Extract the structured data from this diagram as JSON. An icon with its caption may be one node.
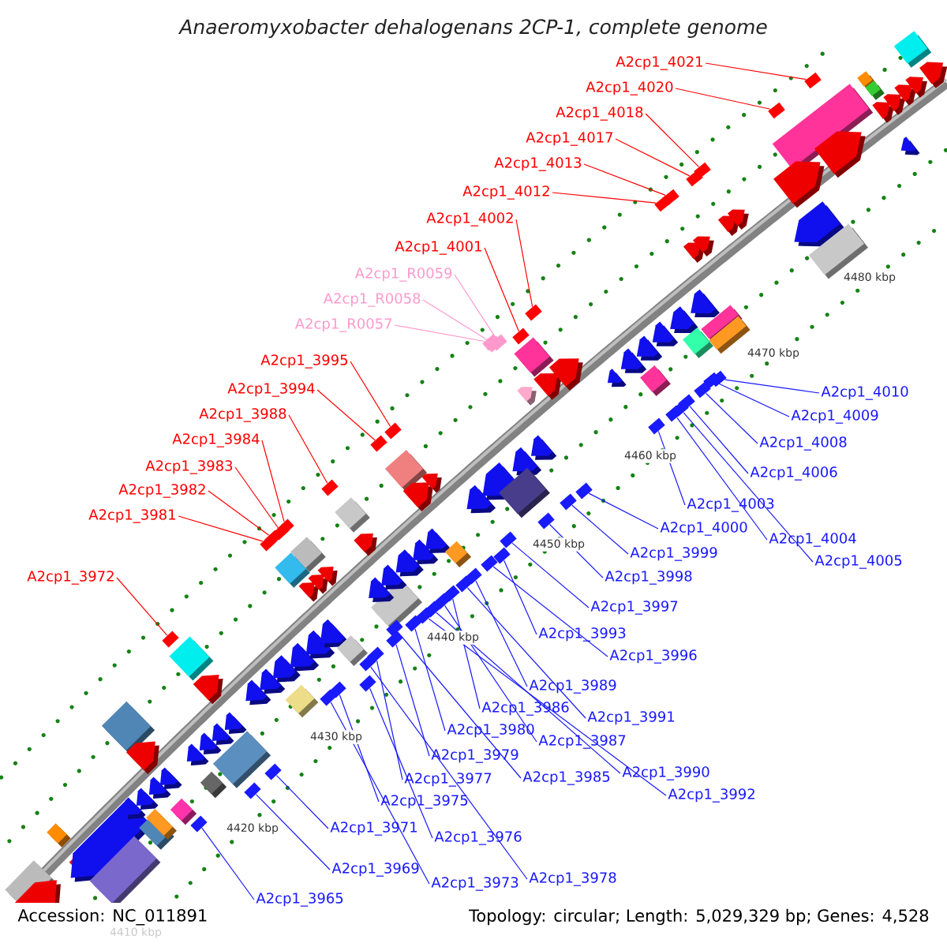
{
  "diagram": {
    "title": "Anaeromyxobacter dehalogenans 2CP-1, complete genome",
    "nodes": [
      {
        "text": [
          "A2cp1_4021"
        ]
      },
      {
        "text": [
          "A2cp1_4020"
        ]
      },
      {
        "text": [
          "A2cp1_4018"
        ]
      },
      {
        "text": [
          "A2cp1_4017"
        ]
      },
      {
        "text": [
          "A2cp1_4013"
        ]
      },
      {
        "text": [
          "A2cp1_4012"
        ]
      },
      {
        "text": [
          "A2cp1_4002"
        ]
      },
      {
        "text": [
          "A2cp1_4001"
        ]
      },
      {
        "text": [
          "A2cp1_R0059"
        ]
      },
      {
        "text": [
          "A2cp1_R0058"
        ]
      },
      {
        "text": [
          "A2cp1_R0057"
        ]
      },
      {
        "text": [
          "A2cp1_3995"
        ]
      },
      {
        "text": [
          "A2cp1_3994"
        ]
      },
      {
        "text": [
          "A2cp1_3988"
        ]
      },
      {
        "text": [
          "A2cp1_3984"
        ]
      },
      {
        "text": [
          "A2cp1_3983"
        ]
      },
      {
        "text": [
          "A2cp1_3982"
        ]
      },
      {
        "text": [
          "A2cp1_3981"
        ]
      },
      {
        "text": [
          "A2cp1_3972"
        ]
      },
      {
        "text": [
          "A2cp1_4010"
        ]
      },
      {
        "text": [
          "A2cp1_4009"
        ]
      },
      {
        "text": [
          "A2cp1_4008"
        ]
      },
      {
        "text": [
          "A2cp1_4006"
        ]
      },
      {
        "text": [
          "A2cp1_4003"
        ]
      },
      {
        "text": [
          "A2cp1_4000"
        ]
      },
      {
        "text": [
          "A2cp1_4004"
        ]
      },
      {
        "text": [
          "A2cp1_3999"
        ]
      },
      {
        "text": [
          "A2cp1_4005"
        ]
      },
      {
        "text": [
          "A2cp1_3998"
        ]
      },
      {
        "text": [
          "A2cp1_3997"
        ]
      },
      {
        "text": [
          "A2cp1_3993"
        ]
      },
      {
        "text": [
          "A2cp1_3996"
        ]
      },
      {
        "text": [
          "A2cp1_3989"
        ]
      },
      {
        "text": [
          "A2cp1_3986"
        ]
      },
      {
        "text": [
          "A2cp1_3991"
        ]
      },
      {
        "text": [
          "A2cp1_3980"
        ]
      },
      {
        "text": [
          "A2cp1_3987"
        ]
      },
      {
        "text": [
          "A2cp1_3979"
        ]
      },
      {
        "text": [
          "A2cp1_3985"
        ]
      },
      {
        "text": [
          "A2cp1_3990"
        ]
      },
      {
        "text": [
          "A2cp1_3977"
        ]
      },
      {
        "text": [
          "A2cp1_3992"
        ]
      },
      {
        "text": [
          "A2cp1_3975"
        ]
      },
      {
        "text": [
          "A2cp1_3971"
        ]
      },
      {
        "text": [
          "A2cp1_3976"
        ]
      },
      {
        "text": [
          "A2cp1_3969"
        ]
      },
      {
        "text": [
          "A2cp1_3978"
        ]
      },
      {
        "text": [
          "A2cp1_3973"
        ]
      },
      {
        "text": [
          "A2cp1_3965"
        ]
      },
      {
        "text": [],
        "shape": "box"
      },
      {
        "text": [],
        "shape": "box"
      },
      {
        "text": [],
        "shape": "box"
      },
      {
        "text": [],
        "shape": "box"
      },
      {
        "text": [],
        "shape": "box"
      },
      {
        "text": [],
        "shape": "box"
      },
      {
        "text": [],
        "shape": "box"
      },
      {
        "text": [],
        "shape": "box"
      },
      {
        "text": [],
        "shape": "box"
      },
      {
        "text": [],
        "shape": "box"
      },
      {
        "text": [],
        "shape": "box"
      },
      {
        "text": [],
        "shape": "box"
      },
      {
        "text": [],
        "shape": "box"
      },
      {
        "text": [],
        "shape": "box"
      },
      {
        "text": [],
        "shape": "box"
      },
      {
        "text": [],
        "shape": "box"
      },
      {
        "text": [],
        "shape": "box"
      },
      {
        "text": [],
        "shape": "box"
      },
      {
        "text": [],
        "shape": "box"
      },
      {
        "text": [],
        "shape": "box"
      },
      {
        "text": [],
        "shape": "box"
      },
      {
        "text": [],
        "shape": "box"
      },
      {
        "text": [],
        "shape": "box"
      },
      {
        "text": [],
        "shape": "box"
      },
      {
        "text": [],
        "shape": "box"
      },
      {
        "text": [],
        "shape": "box"
      },
      {
        "text": [],
        "shape": "box"
      },
      {
        "text": [],
        "shape": "box"
      },
      {
        "text": [],
        "shape": "box"
      },
      {
        "text": [],
        "shape": "box"
      },
      {
        "text": [],
        "shape": "box"
      },
      {
        "text": [],
        "shape": "box"
      },
      {
        "text": [],
        "shape": "box"
      },
      {
        "text": [],
        "shape": "box"
      },
      {
        "text": [],
        "shape": "box"
      },
      {
        "text": [],
        "shape": "box"
      },
      {
        "text": [],
        "shape": "box"
      },
      {
        "text": [],
        "shape": "box"
      },
      {
        "text": [],
        "shape": "box"
      },
      {
        "text": [],
        "shape": "box"
      },
      {
        "text": [],
        "shape": "box"
      },
      {
        "text": [],
        "shape": "box"
      },
      {
        "text": [],
        "shape": "box"
      },
      {
        "text": [],
        "shape": "box"
      },
      {
        "text": [],
        "shape": "box"
      },
      {
        "text": [],
        "shape": "box"
      },
      {
        "text": [],
        "shape": "box"
      },
      {
        "text": [],
        "shape": "box"
      },
      {
        "text": [],
        "shape": "box"
      }
    ],
    "edges": [
      {
        "from": 0,
        "to": 49,
        "arrow": "none",
        "color": "#ff0000"
      },
      {
        "from": 1,
        "to": 50,
        "arrow": "none",
        "color": "#ff0000"
      },
      {
        "from": 2,
        "to": 51,
        "arrow": "none",
        "color": "#ff0000"
      },
      {
        "from": 3,
        "to": 52,
        "arrow": "none",
        "color": "#ff0000"
      },
      {
        "from": 4,
        "to": 53,
        "arrow": "none",
        "color": "#ff0000"
      },
      {
        "from": 5,
        "to": 54,
        "arrow": "none",
        "color": "#ff0000"
      },
      {
        "from": 6,
        "to": 55,
        "arrow": "none",
        "color": "#ff0000"
      },
      {
        "from": 7,
        "to": 56,
        "arrow": "none",
        "color": "#ff0000"
      },
      {
        "from": 8,
        "to": 57,
        "arrow": "none",
        "color": "#ff99cc"
      },
      {
        "from": 9,
        "to": 58,
        "arrow": "none",
        "color": "#ff99cc"
      },
      {
        "from": 10,
        "to": 59,
        "arrow": "none",
        "color": "#ff99cc"
      },
      {
        "from": 11,
        "to": 60,
        "arrow": "none",
        "color": "#ff0000"
      },
      {
        "from": 12,
        "to": 61,
        "arrow": "none",
        "color": "#ff0000"
      },
      {
        "from": 13,
        "to": 62,
        "arrow": "none",
        "color": "#ff0000"
      },
      {
        "from": 14,
        "to": 63,
        "arrow": "none",
        "color": "#ff0000"
      },
      {
        "from": 15,
        "to": 64,
        "arrow": "none",
        "color": "#ff0000"
      },
      {
        "from": 16,
        "to": 65,
        "arrow": "none",
        "color": "#ff0000"
      },
      {
        "from": 17,
        "to": 66,
        "arrow": "none",
        "color": "#ff0000"
      },
      {
        "from": 18,
        "to": 67,
        "arrow": "none",
        "color": "#ff0000"
      },
      {
        "from": 19,
        "to": 68,
        "arrow": "none"
      },
      {
        "from": 20,
        "to": 69,
        "arrow": "none"
      },
      {
        "from": 21,
        "to": 70,
        "arrow": "none"
      },
      {
        "from": 22,
        "to": 71,
        "arrow": "none"
      },
      {
        "from": 23,
        "to": 72,
        "arrow": "none"
      },
      {
        "from": 24,
        "to": 73,
        "arrow": "none"
      },
      {
        "from": 25,
        "to": 74,
        "arrow": "none"
      },
      {
        "from": 26,
        "to": 75,
        "arrow": "none"
      },
      {
        "from": 27,
        "to": 76,
        "arrow": "none"
      },
      {
        "from": 28,
        "to": 77,
        "arrow": "none"
      },
      {
        "from": 29,
        "to": 78,
        "arrow": "none"
      },
      {
        "from": 30,
        "to": 79,
        "arrow": "none"
      },
      {
        "from": 31,
        "to": 80,
        "arrow": "none"
      },
      {
        "from": 32,
        "to": 81,
        "arrow": "none"
      },
      {
        "from": 33,
        "to": 82,
        "arrow": "none"
      },
      {
        "from": 34,
        "to": 83,
        "arrow": "none"
      },
      {
        "from": 35,
        "to": 84,
        "arrow": "none"
      },
      {
        "from": 36,
        "to": 85,
        "arrow": "none"
      },
      {
        "from": 37,
        "to": 86,
        "arrow": "none"
      },
      {
        "from": 38,
        "to": 87,
        "arrow": "none"
      },
      {
        "from": 39,
        "to": 88,
        "arrow": "none"
      },
      {
        "from": 40,
        "to": 89,
        "arrow": "none"
      },
      {
        "from": 41,
        "to": 90,
        "arrow": "none"
      },
      {
        "from": 42,
        "to": 91,
        "arrow": "none"
      },
      {
        "from": 43,
        "to": 92,
        "arrow": "none"
      },
      {
        "from": 44,
        "to": 93,
        "arrow": "none"
      },
      {
        "from": 45,
        "to": 94,
        "arrow": "none"
      },
      {
        "from": 46,
        "to": 95,
        "arrow": "none"
      },
      {
        "from": 47,
        "to": 96,
        "arrow": "none"
      },
      {
        "from": 48,
        "to": 97,
        "arrow": "none"
      }
    ],
    "labels": [
      "4480 kbp",
      "4470 kbp",
      "4460 kbp",
      "4450 kbp",
      "4440 kbp",
      "4430 kbp",
      "4420 kbp",
      "4410 kbp",
      "Accession: NC_011891",
      "Topology: circular; Length: 5,029,329 bp; Genes: 4,528"
    ]
  }
}
